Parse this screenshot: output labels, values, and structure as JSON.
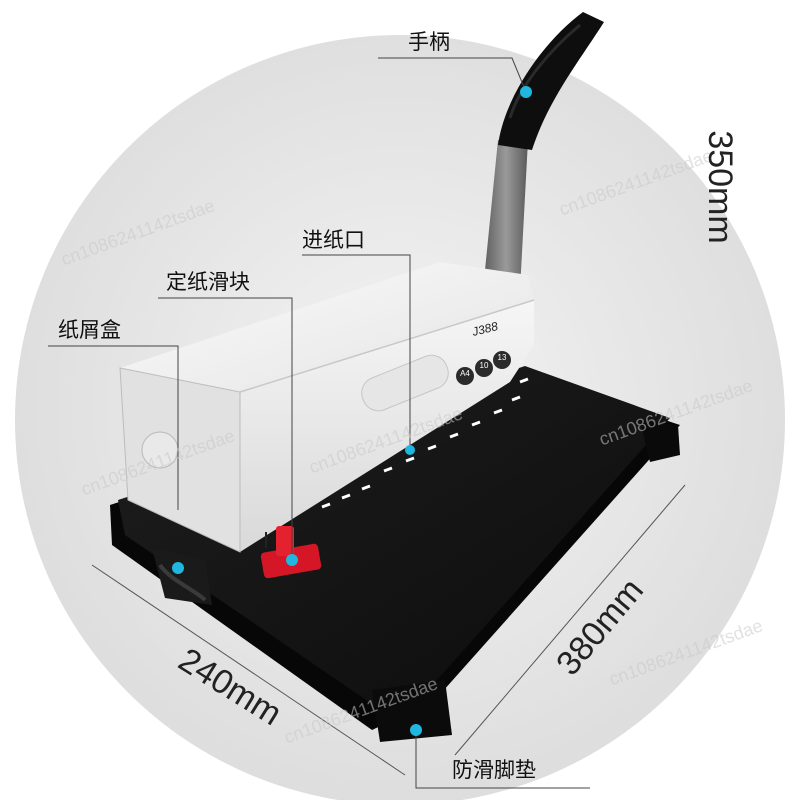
{
  "callouts": {
    "handle": "手柄",
    "paper_slot": "进纸口",
    "paper_slider": "定纸滑块",
    "chip_box": "纸屑盒",
    "anti_slip_pad": "防滑脚垫"
  },
  "dimensions": {
    "height": "350mm",
    "length": "380mm",
    "width": "240mm"
  },
  "product": {
    "model": "J388",
    "badges": [
      "A4",
      "10",
      "13"
    ]
  },
  "watermark": "cn1086241142tsdae",
  "colors": {
    "background_circle": "#e9e9e9",
    "body_white": "#f2f2f2",
    "base_black": "#161616",
    "slider_red": "#e0182a",
    "marker_cyan": "#1fb6e0",
    "handle_gray": "#7b7b7b"
  }
}
